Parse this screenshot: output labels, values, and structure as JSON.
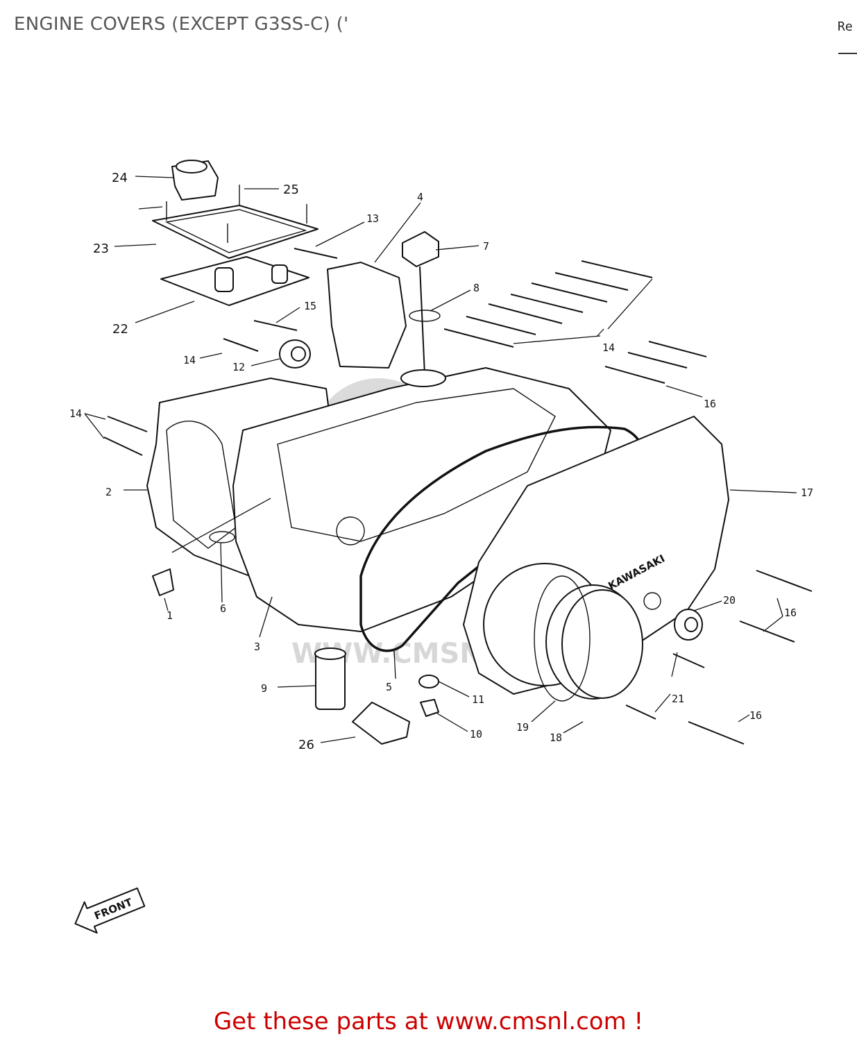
{
  "header": {
    "title": "ENGINE COVERS (EXCEPT G3SS-C) ('",
    "corner_text": "Re"
  },
  "diagram": {
    "direction_label": "FRONT",
    "cover_brand": "KAWASAKI",
    "watermark_text": "WWW.CMSNL.COM",
    "callouts": [
      "1",
      "2",
      "3",
      "4",
      "5",
      "6",
      "7",
      "8",
      "9",
      "10",
      "11",
      "12",
      "13",
      "14",
      "14",
      "14",
      "15",
      "16",
      "16",
      "16",
      "17",
      "18",
      "19",
      "20",
      "21",
      "22",
      "23",
      "24",
      "25",
      "26"
    ]
  },
  "footer": {
    "cta": "Get these parts at www.cmsnl.com !"
  },
  "colors": {
    "title": "#555555",
    "footer": "#cc0000",
    "line": "#111111",
    "watermark": "#bdbdbd"
  }
}
